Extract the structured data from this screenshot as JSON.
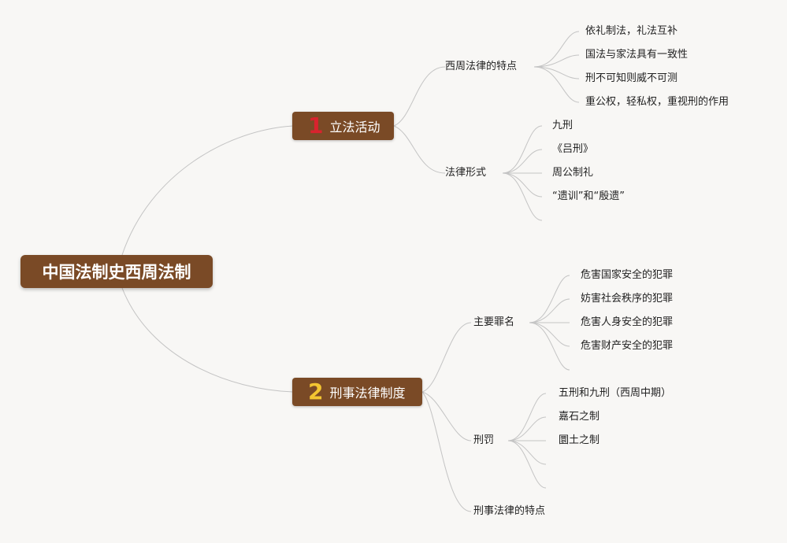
{
  "root": "中国法制史西周法制",
  "branches": [
    {
      "number": "1",
      "number_color": "#d9232e",
      "label": "立法活动",
      "children": [
        {
          "label": "西周法律的特点",
          "items": [
            "依礼制法，礼法互补",
            "国法与家法具有一致性",
            "刑不可知则威不可测",
            "重公权，轻私权，重视刑的作用"
          ]
        },
        {
          "label": "法律形式",
          "items": [
            "九刑",
            "《吕刑》",
            "周公制礼",
            "“遗训”和“殷遗”"
          ]
        }
      ]
    },
    {
      "number": "2",
      "number_color": "#f3c531",
      "label": "刑事法律制度",
      "children": [
        {
          "label": "主要罪名",
          "items": [
            "危害国家安全的犯罪",
            "妨害社会秩序的犯罪",
            "危害人身安全的犯罪",
            "危害财产安全的犯罪"
          ]
        },
        {
          "label": "刑罚",
          "items": [
            "五刑和九刑（西周中期）",
            "嘉石之制",
            "圜土之制"
          ]
        },
        {
          "label": "刑事法律的特点",
          "items": []
        }
      ]
    }
  ],
  "colors": {
    "node_fill": "#7a4a26",
    "line": "#c4c4c4",
    "background": "#f8f7f5"
  }
}
